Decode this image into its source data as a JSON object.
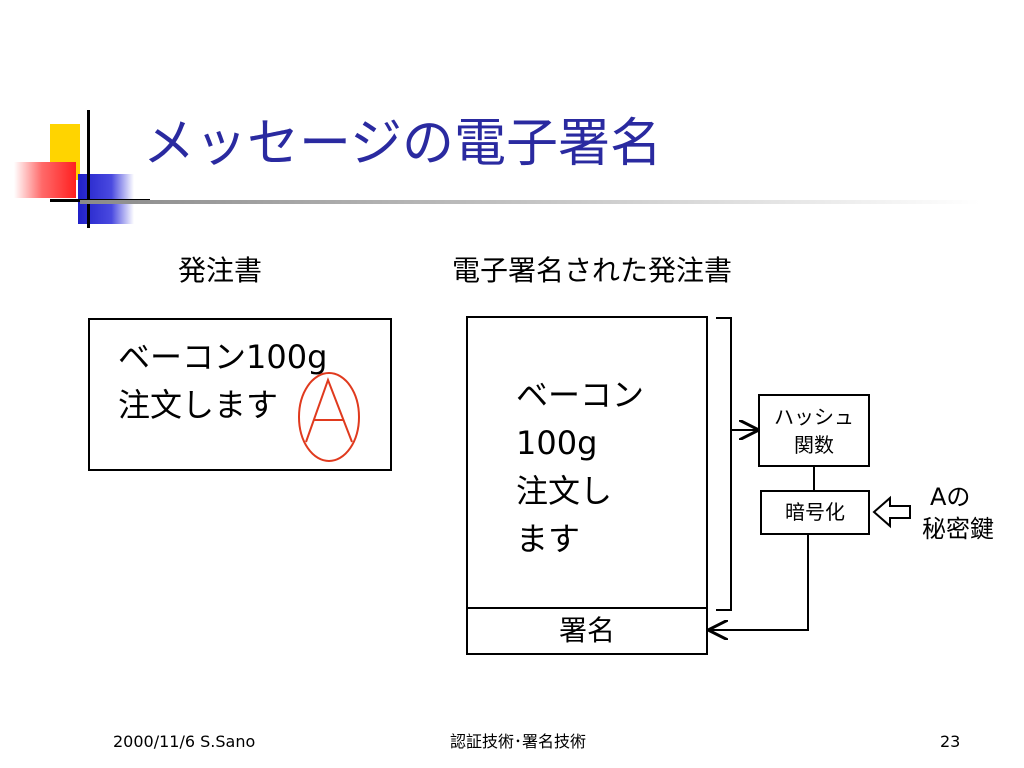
{
  "slide": {
    "title": "メッセージの電子署名",
    "left_caption": "発注書",
    "right_caption": "電子署名された発注書",
    "order_box": {
      "line1": "ベーコン100g",
      "line2": "注文します",
      "seal": "A"
    },
    "signed_doc": {
      "line1": "ベーコン",
      "line2": "100g",
      "line3": "注文し",
      "line4": "ます",
      "signature": "署名"
    },
    "hash_box": {
      "line1": "ハッシュ",
      "line2": "関数"
    },
    "encrypt_box": "暗号化",
    "key_label": {
      "line1": "Aの",
      "line2": "秘密鍵"
    },
    "colors": {
      "title": "#2a2aa0",
      "seal": "#e03a1e"
    }
  },
  "footer": {
    "left": "2000/11/6 S.Sano",
    "center": "認証技術･署名技術",
    "page": "23"
  }
}
